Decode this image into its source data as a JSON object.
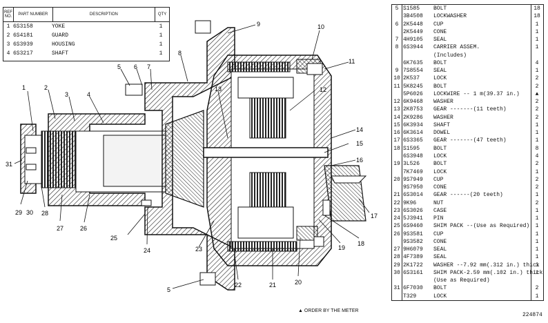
{
  "left_table": {
    "headers": {
      "ref": "REF NO.",
      "part": "PART NUMBER",
      "desc": "DESCRIPTION",
      "qty": "QTY"
    },
    "rows": [
      {
        "ref": "1",
        "part": "6S3158",
        "desc": "YOKE",
        "qty": "1"
      },
      {
        "ref": "2",
        "part": "6S4181",
        "desc": "GUARD",
        "qty": "1"
      },
      {
        "ref": "3",
        "part": "6S3939",
        "desc": "HOUSING",
        "qty": "1"
      },
      {
        "ref": "4",
        "part": "6S3217",
        "desc": "SHAFT",
        "qty": "1"
      }
    ]
  },
  "right_table": {
    "rows": [
      {
        "ref": "5",
        "part": "S1585",
        "desc": "BOLT",
        "qty": "18"
      },
      {
        "ref": "",
        "part": "3B4508",
        "desc": "LOCKWASHER",
        "qty": "18"
      },
      {
        "ref": "6",
        "part": "2K5448",
        "desc": "CUP",
        "qty": "1"
      },
      {
        "ref": "",
        "part": "2K5449",
        "desc": "CONE",
        "qty": "1"
      },
      {
        "ref": "7",
        "part": "4H9105",
        "desc": "SEAL",
        "qty": "1"
      },
      {
        "ref": "8",
        "part": "6S3944",
        "desc": "CARRIER ASSEM.",
        "qty": "1"
      },
      {
        "ref": "",
        "part": "",
        "desc": "(Includes)",
        "qty": ""
      },
      {
        "ref": "",
        "part": "6K7635",
        "desc": "BOLT",
        "qty": "4"
      },
      {
        "ref": "9",
        "part": "7S8554",
        "desc": "SEAL",
        "qty": "1"
      },
      {
        "ref": "10",
        "part": "2K537",
        "desc": "LOCK",
        "qty": "2"
      },
      {
        "ref": "11",
        "part": "5K8245",
        "desc": "BOLT",
        "qty": "2"
      },
      {
        "ref": "",
        "part": "5P6026",
        "desc": "LOCKWIRE -- 1 m(39.37 in.)",
        "qty": "▲"
      },
      {
        "ref": "12",
        "part": "6K9468",
        "desc": "WASHER",
        "qty": "2"
      },
      {
        "ref": "13",
        "part": "2K8753",
        "desc": "GEAR -------(11 teeth)",
        "qty": "2"
      },
      {
        "ref": "14",
        "part": "2K9286",
        "desc": "WASHER",
        "qty": "2"
      },
      {
        "ref": "15",
        "part": "6K3934",
        "desc": "SHAFT",
        "qty": "1"
      },
      {
        "ref": "16",
        "part": "6K3614",
        "desc": "DOWEL",
        "qty": "1"
      },
      {
        "ref": "17",
        "part": "6S3365",
        "desc": "GEAR -------(47 teeth)",
        "qty": "1"
      },
      {
        "ref": "18",
        "part": "S1595",
        "desc": "BOLT",
        "qty": "8"
      },
      {
        "ref": "",
        "part": "6S3948",
        "desc": "LOCK",
        "qty": "4"
      },
      {
        "ref": "19",
        "part": "3L526",
        "desc": "BOLT",
        "qty": "2"
      },
      {
        "ref": "",
        "part": "7K7469",
        "desc": "LOCK",
        "qty": "1"
      },
      {
        "ref": "20",
        "part": "9S7949",
        "desc": "CUP",
        "qty": "2"
      },
      {
        "ref": "",
        "part": "9S7950",
        "desc": "CONE",
        "qty": "2"
      },
      {
        "ref": "21",
        "part": "6S3014",
        "desc": "GEAR ------(20 teeth)",
        "qty": "1"
      },
      {
        "ref": "22",
        "part": "9K96",
        "desc": "NUT",
        "qty": "2"
      },
      {
        "ref": "23",
        "part": "6S3026",
        "desc": "CASE",
        "qty": "1"
      },
      {
        "ref": "24",
        "part": "5J3941",
        "desc": "PIN",
        "qty": "1"
      },
      {
        "ref": "25",
        "part": "6S9460",
        "desc": "SHIM PACK --(Use as Required)",
        "qty": "1"
      },
      {
        "ref": "26",
        "part": "9S3581",
        "desc": "CUP",
        "qty": "1"
      },
      {
        "ref": "",
        "part": "9S3582",
        "desc": "CONE",
        "qty": "1"
      },
      {
        "ref": "27",
        "part": "9H6079",
        "desc": "SEAL",
        "qty": "1"
      },
      {
        "ref": "28",
        "part": "4F7389",
        "desc": "SEAL",
        "qty": "1"
      },
      {
        "ref": "29",
        "part": "2K1722",
        "desc": "WASHER --7.92 mm(.312 in.) thick",
        "qty": "1"
      },
      {
        "ref": "30",
        "part": "6S3161",
        "desc": "SHIM PACK-2.59 mm(.102 in.) thick",
        "qty": "1"
      },
      {
        "ref": "",
        "part": "",
        "desc": "(Use as Required)",
        "qty": ""
      },
      {
        "ref": "31",
        "part": "6F7030",
        "desc": "BOLT",
        "qty": "2"
      },
      {
        "ref": "",
        "part": "T329",
        "desc": "LOCK",
        "qty": "1"
      }
    ]
  },
  "callouts": [
    "1",
    "2",
    "3",
    "4",
    "5",
    "6",
    "7",
    "8",
    "9",
    "10",
    "11",
    "12",
    "13",
    "14",
    "15",
    "16",
    "17",
    "18",
    "19",
    "20",
    "21",
    "22",
    "23",
    "24",
    "25",
    "26",
    "27",
    "28",
    "29",
    "30",
    "31",
    "5"
  ],
  "footer_note": "▲ ORDER BY THE METER",
  "figure_number": "224874"
}
